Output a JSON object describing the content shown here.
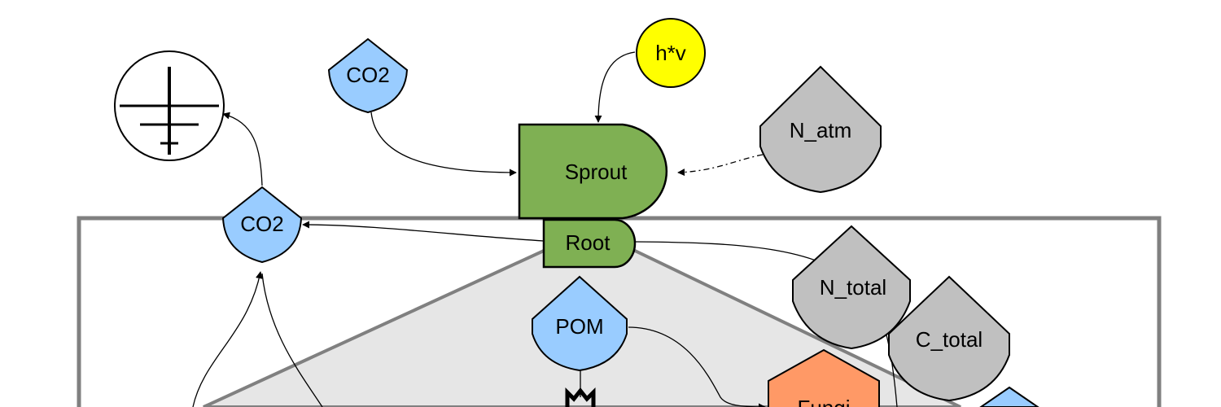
{
  "nodes": {
    "hv": "h*v",
    "co2_top": "CO2",
    "sprout": "Sprout",
    "n_atm": "N_atm",
    "co2_mid": "CO2",
    "root": "Root",
    "n_total": "N_total",
    "c_total": "C_total",
    "pom": "POM",
    "fungi": "Fungi"
  },
  "colors": {
    "green": "#7fb053",
    "blue": "#99ccff",
    "gray": "#c0c0c0",
    "yellow": "#ffff00",
    "orange": "#ff9966",
    "soil_fill": "#e6e6e6",
    "border": "#808080"
  },
  "icons": {
    "ground": "ground-symbol-icon"
  }
}
